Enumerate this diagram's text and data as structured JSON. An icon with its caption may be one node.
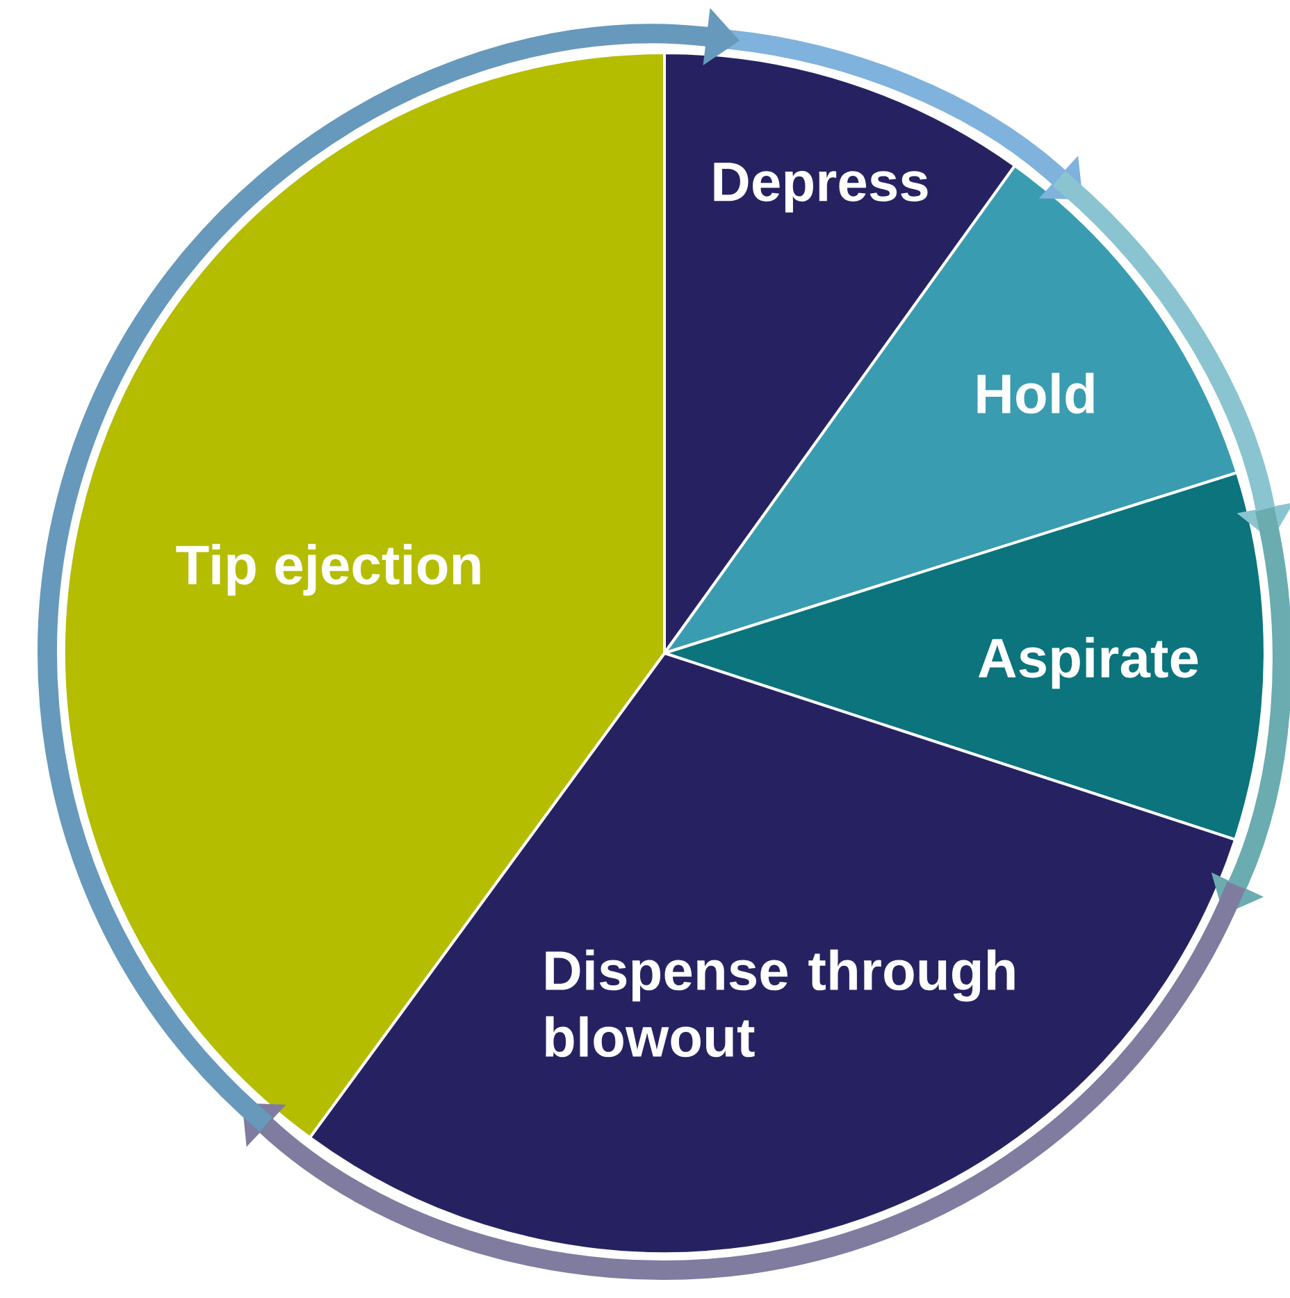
{
  "diagram": {
    "nodes": [
      {
        "text": [
          "Depress"
        ]
      },
      {
        "text": [
          "Hold"
        ]
      },
      {
        "text": [
          "Aspirate"
        ]
      },
      {
        "text": [
          "Dispense through blowout"
        ]
      },
      {
        "text": [
          "Tip ejection"
        ]
      }
    ],
    "edges": [
      {
        "from": 0,
        "to": 1,
        "arrow": "to",
        "color": "#7fb2dc"
      },
      {
        "from": 1,
        "to": 2,
        "arrow": "to",
        "color": "#8ac4d0"
      },
      {
        "from": 2,
        "to": 3,
        "arrow": "to",
        "color": "#6aacb0"
      },
      {
        "from": 3,
        "to": 4,
        "arrow": "to",
        "color": "#7f7ca0"
      },
      {
        "from": 4,
        "to": 0,
        "arrow": "to",
        "color": "#6699bb"
      }
    ]
  }
}
